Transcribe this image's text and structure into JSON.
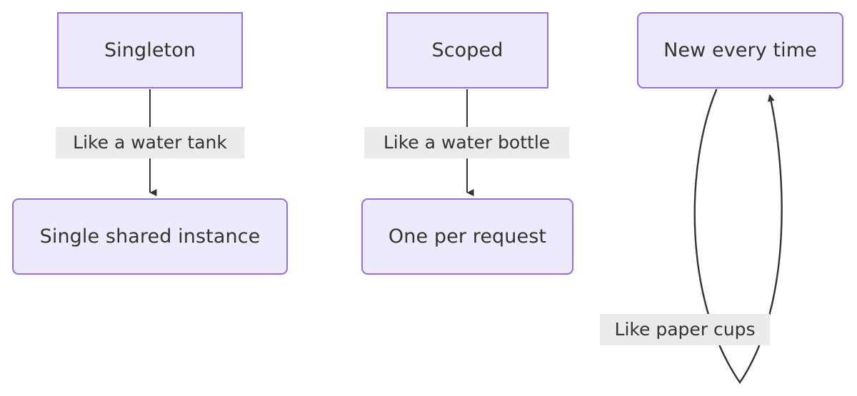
{
  "diagram": {
    "type": "flowchart",
    "background_color": "#ffffff",
    "node_fill_color": "#ECEAFB",
    "node_border_color": "#9370DB",
    "node_text_color": "#333333",
    "edge_color": "#333333",
    "edge_label_background_color": "#EBEBEB",
    "nodes": [
      {
        "id": "singleton",
        "label": "Singleton",
        "shape": "rectangle"
      },
      {
        "id": "single_instance",
        "label": "Single shared instance",
        "shape": "rounded-rectangle"
      },
      {
        "id": "scoped",
        "label": "Scoped",
        "shape": "rectangle"
      },
      {
        "id": "one_per_request",
        "label": "One per request",
        "shape": "rounded-rectangle"
      },
      {
        "id": "new_every_time",
        "label": "New every time",
        "shape": "rounded-rectangle"
      }
    ],
    "edges": [
      {
        "id": "e1",
        "from": "singleton",
        "to": "single_instance",
        "label": "Like a water tank",
        "arrow": "down"
      },
      {
        "id": "e2",
        "from": "scoped",
        "to": "one_per_request",
        "label": "Like a water bottle",
        "arrow": "down"
      },
      {
        "id": "e3",
        "from": "new_every_time",
        "to": "new_every_time",
        "label": "Like paper cups",
        "arrow": "self-loop"
      }
    ]
  }
}
